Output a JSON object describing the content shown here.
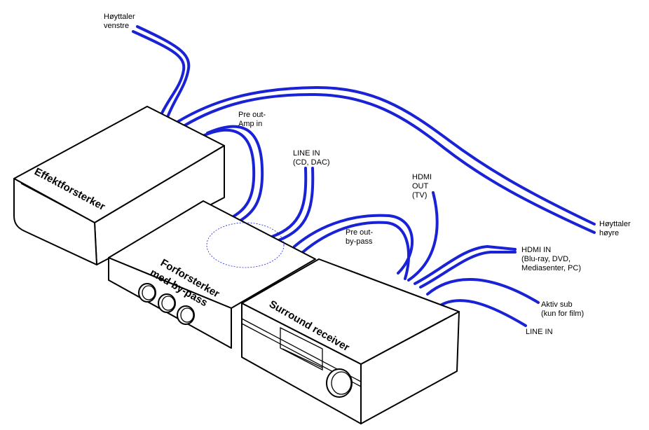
{
  "colors": {
    "cable": "#1a22d6",
    "outline": "#000000",
    "background": "#ffffff"
  },
  "labels": {
    "hoyttaler_venstre": [
      "Høyttaler",
      "venstre"
    ],
    "pre_out_amp_in": [
      "Pre out-",
      "Amp in"
    ],
    "line_in_cd_dac": [
      "LINE IN",
      "(CD, DAC)"
    ],
    "hdmi_out_tv": [
      "HDMI",
      "OUT",
      "(TV)"
    ],
    "pre_out_by_pass": [
      "Pre out-",
      "by-pass"
    ],
    "hoyttaler_hoyre": [
      "Høyttaler",
      "høyre"
    ],
    "hdmi_in": [
      "HDMI IN",
      "(Blu-ray, DVD,",
      "Mediasenter, PC)"
    ],
    "aktivsub": [
      "Aktiv sub",
      "(kun for film)"
    ],
    "line_in": [
      "LINE IN"
    ]
  },
  "devices": {
    "effektforsterker": "Effektforsterker",
    "forforsterker": [
      "Forforsterker",
      "med by-pass"
    ],
    "surround_receiver": "Surround receiver"
  }
}
